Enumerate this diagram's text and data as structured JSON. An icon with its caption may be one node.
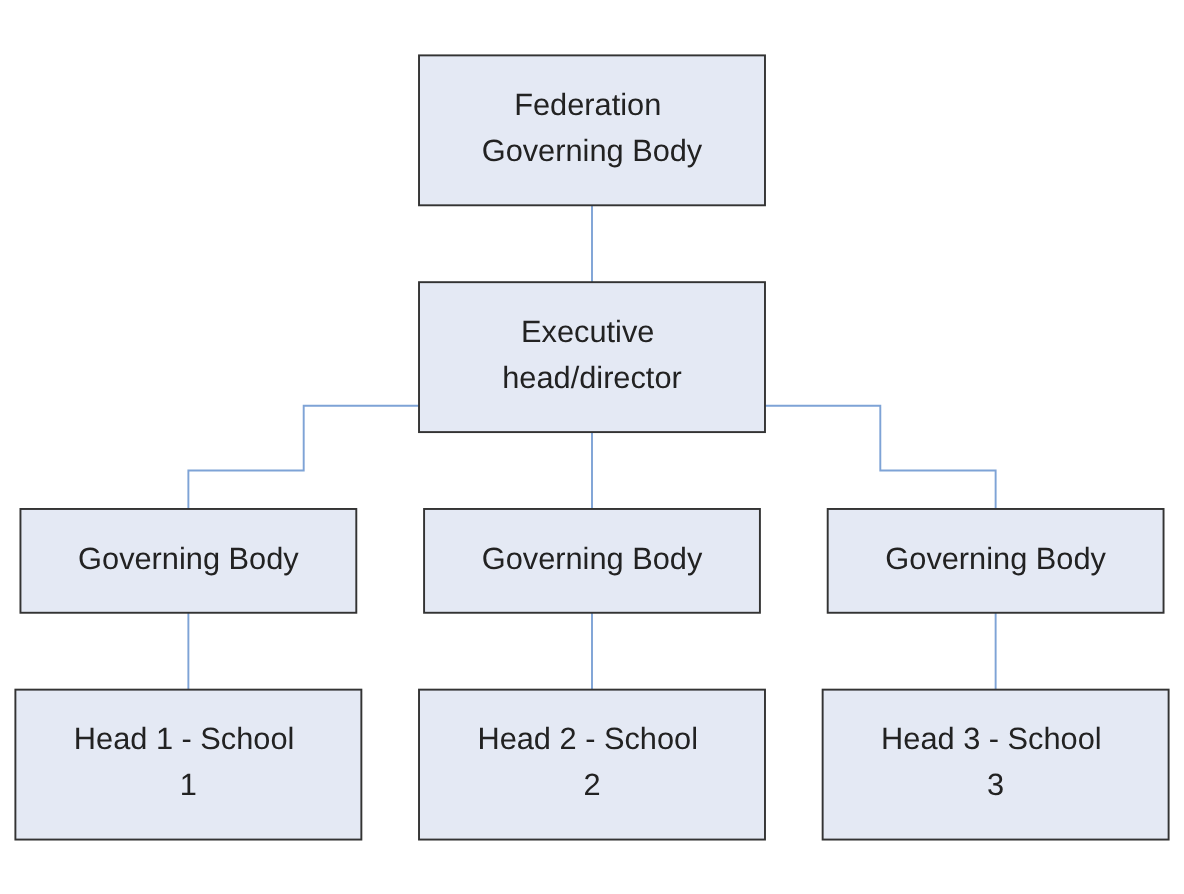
{
  "diagram": {
    "nodes": [
      {
        "text": [
          "Federation Governing Body"
        ]
      },
      {
        "text": [
          "Executive head/director"
        ]
      },
      {
        "text": [
          "Governing Body"
        ]
      },
      {
        "text": [
          "Governing Body"
        ]
      },
      {
        "text": [
          "Governing Body"
        ]
      },
      {
        "text": [
          "Head 1 - School 1"
        ]
      },
      {
        "text": [
          "Head 2 - School 2"
        ]
      },
      {
        "text": [
          "Head 3 - School 3"
        ]
      }
    ],
    "edges": [
      {
        "from": 0,
        "to": 1,
        "arrow": "none"
      },
      {
        "from": 1,
        "to": 2,
        "arrow": "none"
      },
      {
        "from": 1,
        "to": 3,
        "arrow": "none"
      },
      {
        "from": 1,
        "to": 4,
        "arrow": "none"
      },
      {
        "from": 2,
        "to": 5,
        "arrow": "none"
      },
      {
        "from": 3,
        "to": 6,
        "arrow": "none"
      },
      {
        "from": 4,
        "to": 7,
        "arrow": "none"
      }
    ]
  }
}
